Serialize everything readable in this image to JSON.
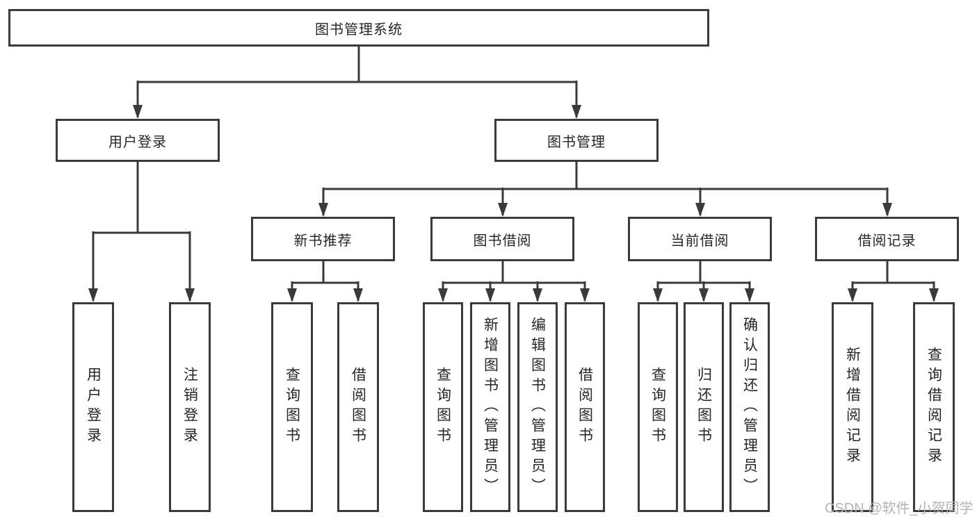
{
  "colors": {
    "line": "#3a3a3a",
    "text": "#262626",
    "box_fill": "#ffffff",
    "watermark": "#b3b3b3"
  },
  "watermark": "CSDN @软件_小贺同学",
  "tree": {
    "root": {
      "label": "图书管理系统"
    },
    "branches": [
      {
        "label": "用户登录",
        "leaves": [
          {
            "label": "用户登录"
          },
          {
            "label": "注销登录"
          }
        ]
      },
      {
        "label": "图书管理",
        "groups": [
          {
            "label": "新书推荐",
            "leaves": [
              {
                "label": "查询图书"
              },
              {
                "label": "借阅图书"
              }
            ]
          },
          {
            "label": "图书借阅",
            "leaves": [
              {
                "label": "查询图书"
              },
              {
                "label": "新增图书（管理员）"
              },
              {
                "label": "编辑图书（管理员）"
              },
              {
                "label": "借阅图书"
              }
            ]
          },
          {
            "label": "当前借阅",
            "leaves": [
              {
                "label": "查询图书"
              },
              {
                "label": "归还图书"
              },
              {
                "label": "确认归还（管理员）"
              }
            ]
          },
          {
            "label": "借阅记录",
            "leaves": [
              {
                "label": "新增借阅记录"
              },
              {
                "label": "查询借阅记录"
              }
            ]
          }
        ]
      }
    ]
  }
}
